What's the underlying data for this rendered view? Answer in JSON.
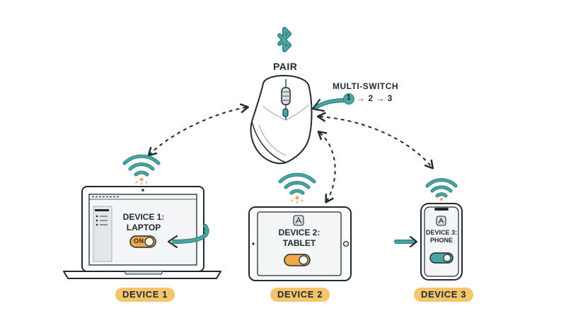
{
  "pair": {
    "label": "PAIR",
    "icon": "bluetooth-icon"
  },
  "multi_switch": {
    "label": "MULTI-SWITCH",
    "step1": "1",
    "sequence": "→ 2 → 3"
  },
  "devices": [
    {
      "badge": "DEVICE 1",
      "screen_line1": "DEVICE 1:",
      "screen_line2": "LAPTOP",
      "toggle": "ON"
    },
    {
      "badge": "DEVICE 2",
      "screen_line1": "DEVICE 2:",
      "screen_line2": "TABLET"
    },
    {
      "badge": "DEVICE 3",
      "screen_line1": "DEVICE 3:",
      "screen_line2": "PHONE"
    }
  ],
  "colors": {
    "teal": "#4aa6a3",
    "orange": "#f2a94a",
    "badge": "#f6c46b",
    "outline": "#1f2a30"
  }
}
